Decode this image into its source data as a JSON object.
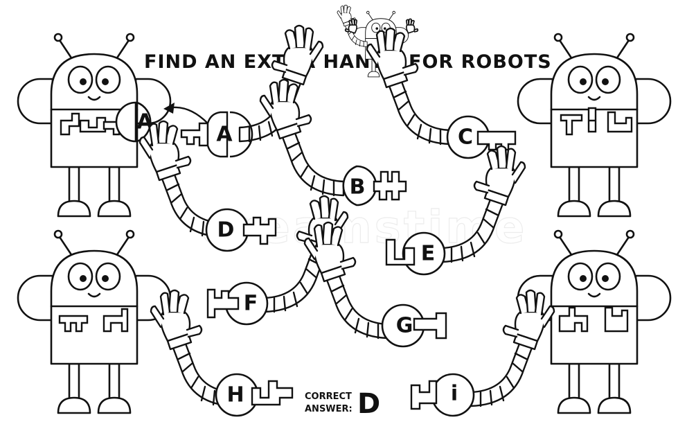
{
  "title": {
    "part1": "FIND AN EXTRA HAND",
    "part2": "FOR ROBOTS"
  },
  "answer": {
    "line1": "CORRECT",
    "line2": "ANSWER:",
    "letter": "D"
  },
  "robot_slot_label": "A",
  "hands": [
    {
      "id": "a",
      "letter": "A"
    },
    {
      "id": "b",
      "letter": "B"
    },
    {
      "id": "c",
      "letter": "C"
    },
    {
      "id": "d",
      "letter": "D"
    },
    {
      "id": "e",
      "letter": "E"
    },
    {
      "id": "f",
      "letter": "F"
    },
    {
      "id": "g",
      "letter": "G"
    },
    {
      "id": "h",
      "letter": "H"
    },
    {
      "id": "i",
      "letter": "i"
    }
  ],
  "watermark": "dreamstime",
  "colors": {
    "line": "#111111",
    "fill": "#ffffff"
  }
}
